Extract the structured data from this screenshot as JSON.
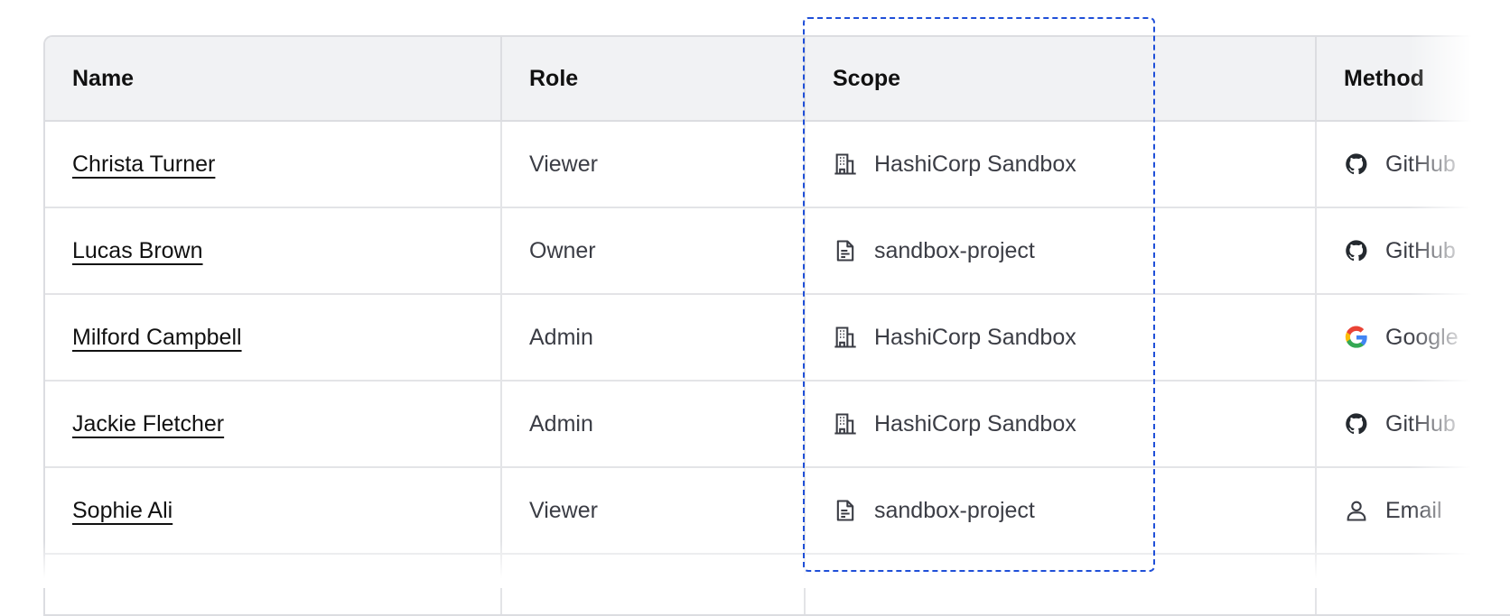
{
  "table": {
    "headers": {
      "name": "Name",
      "role": "Role",
      "scope": "Scope",
      "method": "Method"
    },
    "rows": [
      {
        "name": "Christa Turner",
        "role": "Viewer",
        "scope": "HashiCorp Sandbox",
        "scope_icon": "building-icon",
        "method": "GitHub",
        "method_icon": "github-icon"
      },
      {
        "name": "Lucas Brown",
        "role": "Owner",
        "scope": "sandbox-project",
        "scope_icon": "file-text-icon",
        "method": "GitHub",
        "method_icon": "github-icon"
      },
      {
        "name": "Milford Campbell",
        "role": "Admin",
        "scope": "HashiCorp Sandbox",
        "scope_icon": "building-icon",
        "method": "Google",
        "method_icon": "google-icon"
      },
      {
        "name": "Jackie Fletcher",
        "role": "Admin",
        "scope": "HashiCorp Sandbox",
        "scope_icon": "building-icon",
        "method": "GitHub",
        "method_icon": "github-icon"
      },
      {
        "name": "Sophie Ali",
        "role": "Viewer",
        "scope": "sandbox-project",
        "scope_icon": "file-text-icon",
        "method": "Email",
        "method_icon": "user-icon"
      }
    ]
  },
  "colors": {
    "focus_outline": "#1f4fd8",
    "header_bg": "#f1f2f4"
  }
}
